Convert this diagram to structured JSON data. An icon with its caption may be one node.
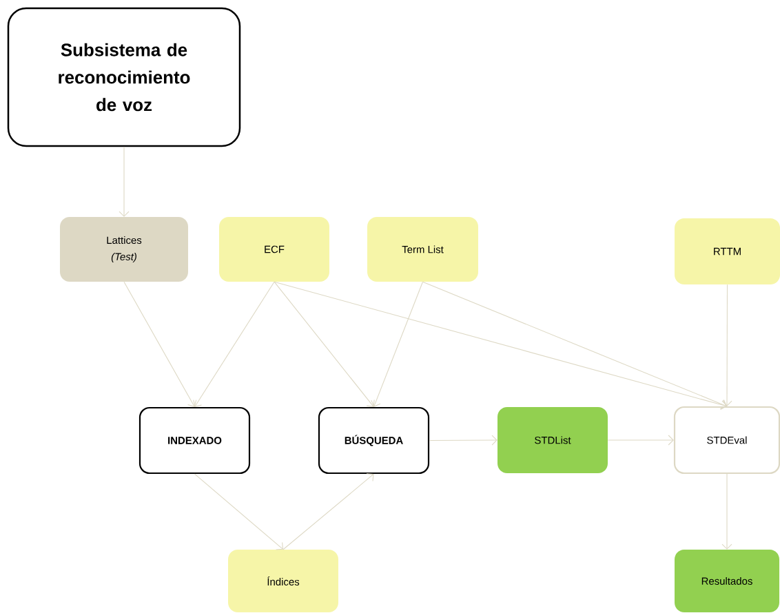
{
  "diagram": {
    "nodes": [
      {
        "text": [
          "Subsistema de reconocimiento de voz"
        ]
      },
      {
        "text": [
          "Lattices *(Test)*"
        ]
      },
      {
        "text": [
          "ECF"
        ]
      },
      {
        "text": [
          "Term List"
        ]
      },
      {
        "text": [
          "RTTM"
        ]
      },
      {
        "text": [
          "INDEXADO"
        ]
      },
      {
        "text": [
          "BÚSQUEDA"
        ]
      },
      {
        "text": [
          "STDList"
        ]
      },
      {
        "text": [
          "STDEval"
        ]
      },
      {
        "text": [
          "Índices"
        ]
      },
      {
        "text": [
          "Resultados"
        ]
      }
    ],
    "edges": [
      {
        "from": 0,
        "to": 1,
        "arrow": "to"
      },
      {
        "from": 1,
        "to": 5,
        "arrow": "to"
      },
      {
        "from": 2,
        "to": 5,
        "arrow": "to"
      },
      {
        "from": 2,
        "to": 6,
        "arrow": "to"
      },
      {
        "from": 2,
        "to": 8,
        "arrow": "to"
      },
      {
        "from": 3,
        "to": 6,
        "arrow": "to"
      },
      {
        "from": 3,
        "to": 8,
        "arrow": "to"
      },
      {
        "from": 4,
        "to": 8,
        "arrow": "to"
      },
      {
        "from": 5,
        "to": 9,
        "arrow": "to"
      },
      {
        "from": 9,
        "to": 6,
        "arrow": "to"
      },
      {
        "from": 6,
        "to": 7,
        "arrow": "to"
      },
      {
        "from": 7,
        "to": 8,
        "arrow": "to"
      },
      {
        "from": 8,
        "to": 10,
        "arrow": "to"
      }
    ]
  }
}
